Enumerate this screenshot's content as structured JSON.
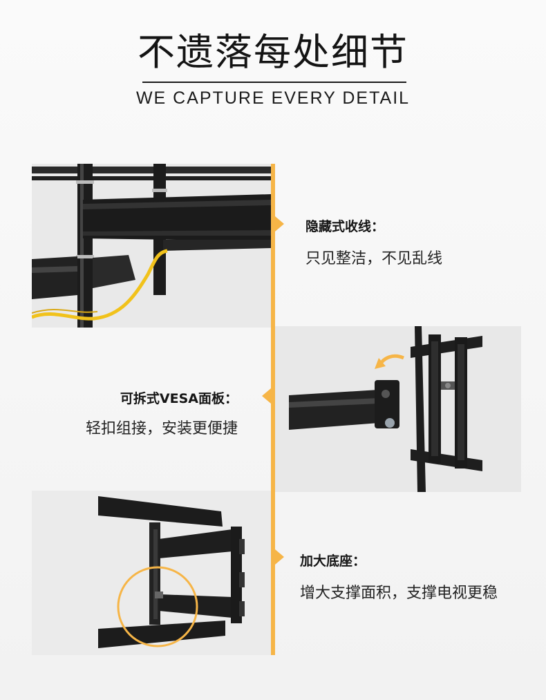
{
  "header": {
    "title": "不遗落每处细节",
    "subtitle": "WE CAPTURE EVERY DETAIL"
  },
  "colors": {
    "accent": "#f6b547",
    "cable": "#f1c21b",
    "metal": "#1e1e1e"
  },
  "features": [
    {
      "title": "隐藏式收线：",
      "desc": "只见整洁，不见乱线"
    },
    {
      "title": "可拆式VESA面板：",
      "desc": "轻扣组接，安装更便捷"
    },
    {
      "title": "加大底座：",
      "desc": "增大支撑面积，支撑电视更稳"
    }
  ]
}
